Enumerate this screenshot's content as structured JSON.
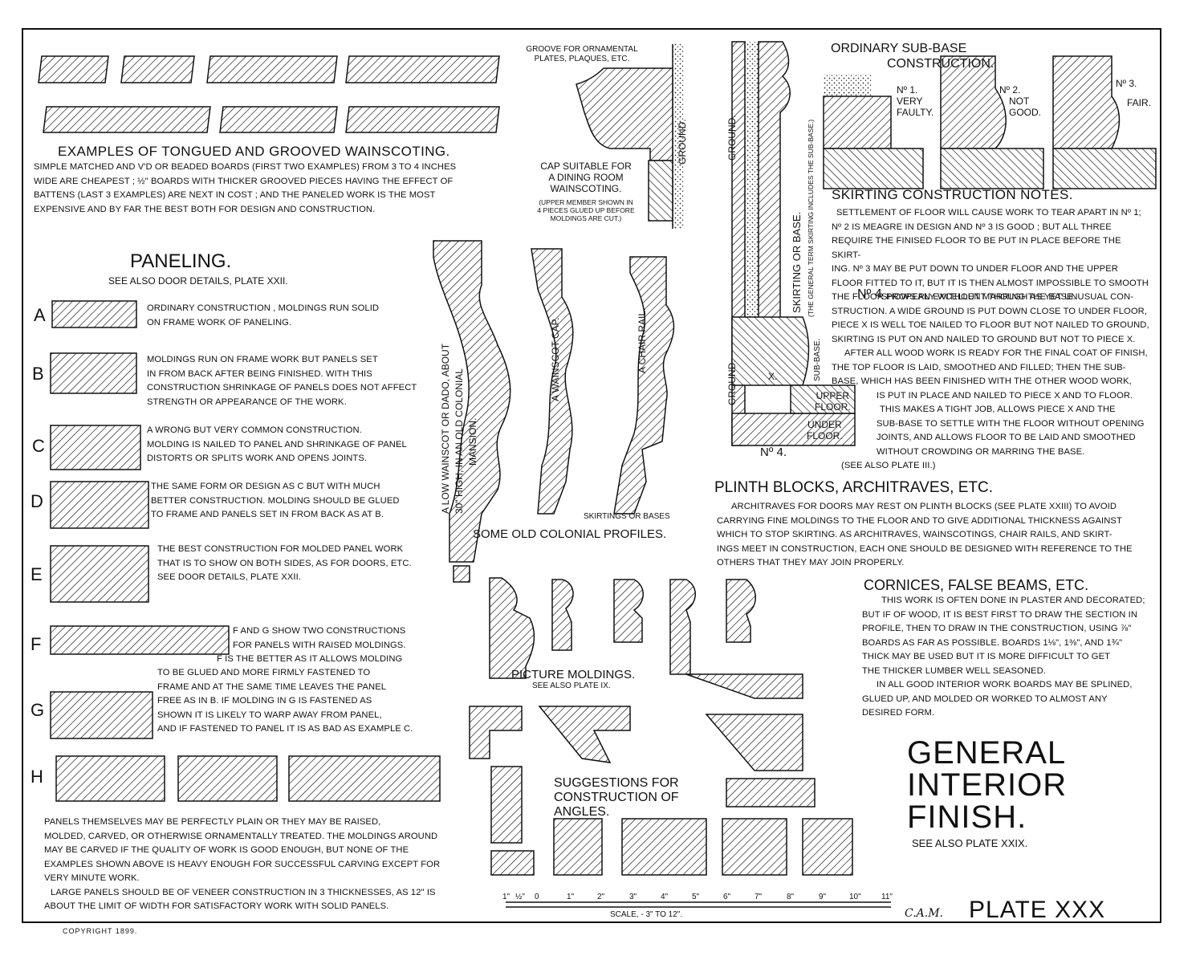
{
  "wainscot": {
    "title": "EXAMPLES OF TONGUED AND GROOVED WAINSCOTING.",
    "lines": [
      "SIMPLE MATCHED AND V'D OR BEADED BOARDS (FIRST TWO EXAMPLES) FROM 3 TO 4 INCHES",
      "WIDE ARE CHEAPEST ; ½\" BOARDS WITH THICKER GROOVED PIECES HAVING THE EFFECT OF",
      "BATTENS (LAST 3 EXAMPLES) ARE NEXT IN COST ; AND THE PANELED WORK IS THE MOST",
      "EXPENSIVE AND BY FAR THE BEST BOTH FOR DESIGN AND CONSTRUCTION."
    ]
  },
  "groove_label": [
    "GROOVE FOR ORNAMENTAL",
    "PLATES, PLAQUES, ETC."
  ],
  "ground_label": "GROUND.",
  "cap_suitable": {
    "lines": [
      "CAP SUITABLE FOR",
      "A DINING ROOM",
      "WAINSCOTING."
    ],
    "note": [
      "(UPPER MEMBER SHOWN IN",
      "4 PIECES GLUED UP BEFORE",
      "MOLDINGS ARE CUT.)"
    ]
  },
  "paneling": {
    "title": "PANELING.",
    "subtitle": "SEE ALSO DOOR DETAILS, PLATE XXII.",
    "items": [
      {
        "letter": "A",
        "lines": [
          "ORDINARY CONSTRUCTION , MOLDINGS RUN SOLID",
          "ON FRAME WORK OF PANELING."
        ]
      },
      {
        "letter": "B",
        "lines": [
          "MOLDINGS RUN ON FRAME WORK BUT PANELS SET",
          "IN FROM BACK AFTER BEING FINISHED. WITH THIS",
          "CONSTRUCTION SHRINKAGE OF PANELS DOES NOT AFFECT",
          "STRENGTH OR APPEARANCE OF THE WORK."
        ]
      },
      {
        "letter": "C",
        "lines": [
          "A WRONG BUT VERY COMMON CONSTRUCTION.",
          "MOLDING IS NAILED TO PANEL AND SHRINKAGE OF PANEL",
          "DISTORTS OR SPLITS WORK AND OPENS JOINTS."
        ]
      },
      {
        "letter": "D",
        "lines": [
          "THE SAME FORM OR DESIGN AS C BUT WITH MUCH",
          "BETTER CONSTRUCTION. MOLDING SHOULD BE GLUED",
          "TO FRAME AND PANELS SET IN FROM BACK AS AT B."
        ]
      },
      {
        "letter": "E",
        "lines": [
          "THE BEST CONSTRUCTION FOR MOLDED PANEL WORK",
          "THAT IS TO SHOW ON BOTH SIDES, AS FOR DOORS, ETC.",
          "SEE DOOR DETAILS, PLATE XXII."
        ]
      },
      {
        "letter": "F",
        "lines": []
      },
      {
        "letter": "G",
        "lines": []
      },
      {
        "letter": "H",
        "lines": []
      }
    ],
    "fg_lines": [
      "F AND G SHOW TWO CONSTRUCTIONS",
      "FOR PANELS WITH RAISED MOLDINGS.",
      "F IS THE BETTER AS IT ALLOWS MOLDING",
      "TO BE GLUED AND MORE FIRMLY FASTENED TO",
      "FRAME AND AT THE SAME TIME LEAVES THE PANEL",
      "FREE AS IN B. IF MOLDING IN G IS FASTENED AS",
      "SHOWN IT IS LIKELY TO WARP AWAY FROM PANEL,",
      "AND IF FASTENED TO PANEL IT IS AS BAD AS EXAMPLE C."
    ]
  },
  "panels_note": [
    "PANELS THEMSELVES MAY BE PERFECTLY PLAIN OR THEY MAY BE RAISED,",
    "MOLDED, CARVED, OR OTHERWISE ORNAMENTALLY TREATED. THE MOLDINGS AROUND",
    "MAY BE CARVED IF THE QUALITY OF WORK IS GOOD ENOUGH, BUT NONE OF THE",
    "EXAMPLES SHOWN ABOVE IS HEAVY ENOUGH FOR SUCCESSFUL CARVING EXCEPT FOR",
    "VERY MINUTE WORK.",
    "LARGE PANELS SHOULD BE OF VENEER CONSTRUCTION IN 3 THICKNESSES, AS 12\" IS",
    "ABOUT THE LIMIT OF WIDTH FOR SATISFACTORY WORK WITH SOLID PANELS."
  ],
  "colonial": {
    "low_wainscot": [
      "A LOW WAINSCOT OR DADO, ABOUT",
      "30\" HIGH, IN AN OLD COLONIAL",
      "MANSION."
    ],
    "wainscot_cap": "A WAINSCOT CAP.",
    "chair_rail": "A CHAIR RAIL.",
    "skirtings": "SKIRTINGS OR BASES",
    "title": "SOME OLD COLONIAL PROFILES."
  },
  "subbase": {
    "title": [
      "ORDINARY SUB-BASE",
      "CONSTRUCTION."
    ],
    "no1": [
      "Nº 1.",
      "VERY",
      "FAULTY."
    ],
    "no2": [
      "Nº 2.",
      "NOT",
      "GOOD."
    ],
    "no3": [
      "Nº 3.",
      "FAIR."
    ],
    "ground": "GROUND.",
    "skirting": "SKIRTING OR BASE.",
    "general_term": "(THE GENERAL TERM SKIRTING INCLUDES THE SUB-BASE.)",
    "sub_base": "SUB-BASE.",
    "x": "X.",
    "upper": [
      "UPPER",
      "FLOOR."
    ],
    "under": [
      "UNDER",
      "FLOOR."
    ],
    "no4": "Nº 4."
  },
  "skirting_notes": {
    "title": "SKIRTING CONSTRUCTION NOTES.",
    "lines": [
      "SETTLEMENT OF FLOOR WILL CAUSE WORK TO TEAR APART IN Nº 1;",
      "Nº 2 IS MEAGRE IN DESIGN AND Nº 3 IS GOOD ; BUT ALL THREE",
      "REQUIRE THE FINISED FLOOR TO BE PUT IN PLACE BEFORE THE SKIRT-",
      "ING. Nº 3 MAY BE PUT DOWN TO UNDER FLOOR AND THE UPPER",
      "FLOOR FITTED TO IT, BUT IT IS THEN ALMOST IMPOSSIBLE TO SMOOTH",
      "THE FLOOR PROPERLY WITHOUT MARRING THE BASE."
    ],
    "no4_head": "Nº 4",
    "no4_lines": [
      "SHOWS AN EXCELLENT THOUGH AS YET UNUSUAL CON-",
      "STRUCTION. A WIDE GROUND IS PUT DOWN CLOSE TO UNDER FLOOR,",
      "PIECE X IS WELL TOE NAILED TO FLOOR BUT NOT NAILED TO GROUND,",
      "SKIRTING IS PUT ON AND NAILED TO GROUND BUT NOT TO PIECE X.",
      "AFTER ALL WOOD WORK IS READY FOR THE FINAL COAT OF FINISH,",
      "THE TOP FLOOR IS LAID, SMOOTHED AND FILLED; THEN THE SUB-",
      "BASE, WHICH HAS BEEN FINISHED WITH THE OTHER WOOD WORK,",
      "IS PUT IN PLACE AND NAILED TO PIECE X AND TO FLOOR.",
      "THIS MAKES A TIGHT JOB, ALLOWS PIECE X AND THE",
      "SUB-BASE TO SETTLE WITH THE FLOOR WITHOUT OPENING",
      "JOINTS, AND ALLOWS FLOOR TO BE LAID AND SMOOTHED",
      "WITHOUT CROWDING OR MARRING THE BASE.",
      "(SEE ALSO PLATE III.)"
    ]
  },
  "plinth": {
    "title": "PLINTH BLOCKS, ARCHITRAVES, ETC.",
    "lines": [
      "ARCHITRAVES FOR DOORS MAY REST ON PLINTH BLOCKS (SEE PLATE XXIII) TO AVOID",
      "CARRYING FINE MOLDINGS TO THE FLOOR AND TO GIVE ADDITIONAL THICKNESS AGAINST",
      "WHICH TO STOP SKIRTING. AS ARCHITRAVES, WAINSCOTINGS, CHAIR RAILS, AND SKIRT-",
      "INGS MEET IN CONSTRUCTION, EACH ONE SHOULD BE DESIGNED WITH REFERENCE TO THE",
      "OTHERS THAT THEY MAY JOIN PROPERLY."
    ]
  },
  "cornices": {
    "title": "CORNICES, FALSE BEAMS, ETC.",
    "lines": [
      "THIS WORK IS OFTEN DONE IN PLASTER AND DECORATED;",
      "BUT IF OF WOOD, IT IS BEST FIRST TO DRAW THE SECTION IN",
      "PROFILE, THEN TO DRAW IN THE CONSTRUCTION, USING ⅞\"",
      "BOARDS AS FAR AS POSSIBLE. BOARDS 1⅛\", 1⅜\", AND 1¾\"",
      "THICK MAY BE USED BUT IT IS MORE DIFFICULT TO GET",
      "THE THICKER LUMBER WELL SEASONED.",
      "IN ALL GOOD INTERIOR WORK BOARDS MAY BE SPLINED,",
      "GLUED UP, AND MOLDED OR WORKED TO ALMOST ANY",
      "DESIRED FORM."
    ]
  },
  "picture": {
    "title": "PICTURE MOLDINGS.",
    "subtitle": "SEE ALSO PLATE IX."
  },
  "angles": {
    "lines": [
      "SUGGESTIONS FOR",
      "CONSTRUCTION OF",
      "ANGLES."
    ]
  },
  "general": {
    "lines": [
      "GENERAL",
      "INTERIOR",
      "FINISH."
    ],
    "see": "SEE ALSO PLATE XXIX."
  },
  "scale": {
    "ticks": [
      "1\"",
      "½\"",
      "0",
      "1\"",
      "2\"",
      "3\"",
      "4\"",
      "5\"",
      "6\"",
      "7\"",
      "8\"",
      "9\"",
      "10\"",
      "11\""
    ],
    "label": "SCALE, - 3\" TO 12\"."
  },
  "monogram": "C.A.M.",
  "plate": "PLATE XXX",
  "copyright": "COPYRIGHT 1899."
}
